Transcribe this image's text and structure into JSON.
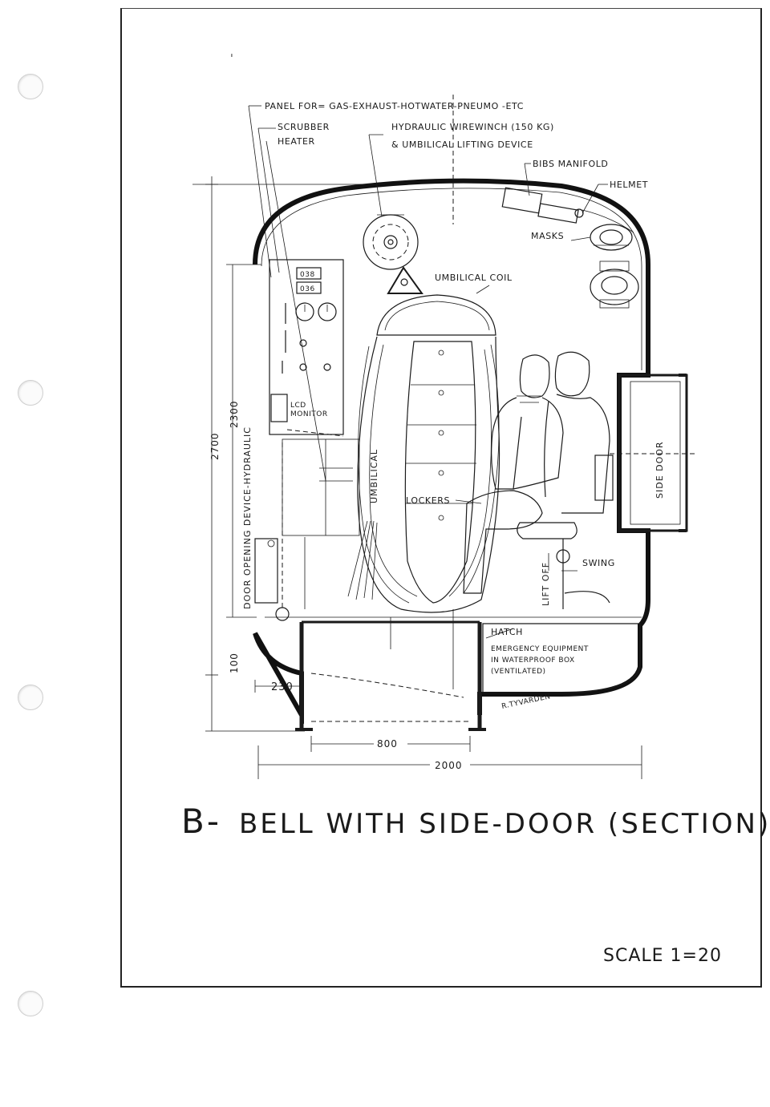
{
  "labels": {
    "panel": "PANEL FOR= GAS-EXHAUST-HOTWATER-PNEUMO -ETC",
    "scrubber": "SCRUBBER",
    "heater": "HEATER",
    "hydraulic_winch": "HYDRAULIC WIREWINCH (150 KG)",
    "umbilical_lifting": "& UMBILICAL LIFTING DEVICE",
    "bibs_manifold": "BIBS MANIFOLD",
    "helmet": "HELMET",
    "masks": "MASKS",
    "umbilical_coil": "UMBILICAL COIL",
    "lcd_monitor_1": "LCD",
    "lcd_monitor_2": "MONITOR",
    "umbilical": "UMBILICAL",
    "lockers": "LOCKERS",
    "side_door": "SIDE DOOR",
    "swing": "SWING",
    "lift_off": "LIFT OFF",
    "hatch": "HATCH",
    "emergency_1": "EMERGENCY EQUIPMENT",
    "emergency_2": "IN WATERPROOF BOX",
    "emergency_3": "(VENTILATED)",
    "signature": "R.TYVARDEN",
    "door_opening": "DOOR OPENING DEVICE-HYDRAULIC",
    "panel_reading_1": "038",
    "panel_reading_2": "036"
  },
  "dimensions": {
    "height_total": "2700",
    "height_inner": "2300",
    "bottom_height": "100",
    "wall_offset": "230",
    "hatch_width": "800",
    "total_width": "2000"
  },
  "title": {
    "prefix": "B-",
    "text": "BELL WITH SIDE-DOOR (SECTION)"
  },
  "scale": "SCALE 1=20"
}
